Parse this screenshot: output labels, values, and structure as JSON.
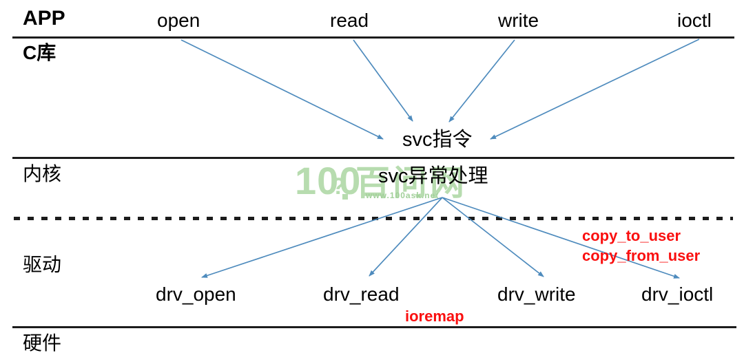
{
  "colors": {
    "arrow": "#4e8bbd",
    "line": "#1c1c1c",
    "annotation-red": "#fa0f0f",
    "watermark-green": "#b7dcaf",
    "watermark-url-green": "#a2d09a",
    "text": "#000000",
    "background": "#ffffff"
  },
  "layers": {
    "app": "APP",
    "c_library": "C库",
    "kernel": "内核",
    "driver": "驱动",
    "hardware": "硬件"
  },
  "app_calls": [
    "open",
    "read",
    "write",
    "ioctl"
  ],
  "kernel_nodes": {
    "svc_instruction": "svc指令",
    "svc_exception_handler": "svc异常处理"
  },
  "driver_functions": [
    "drv_open",
    "drv_read",
    "drv_write",
    "drv_ioctl"
  ],
  "annotations": {
    "copy_to_user": "copy_to_user",
    "copy_from_user": "copy_from_user",
    "ioremap": "ioremap"
  },
  "watermark": {
    "logo": "100",
    "logo_mark": "?",
    "brand": "百问网",
    "url": "www.100ask.net"
  }
}
